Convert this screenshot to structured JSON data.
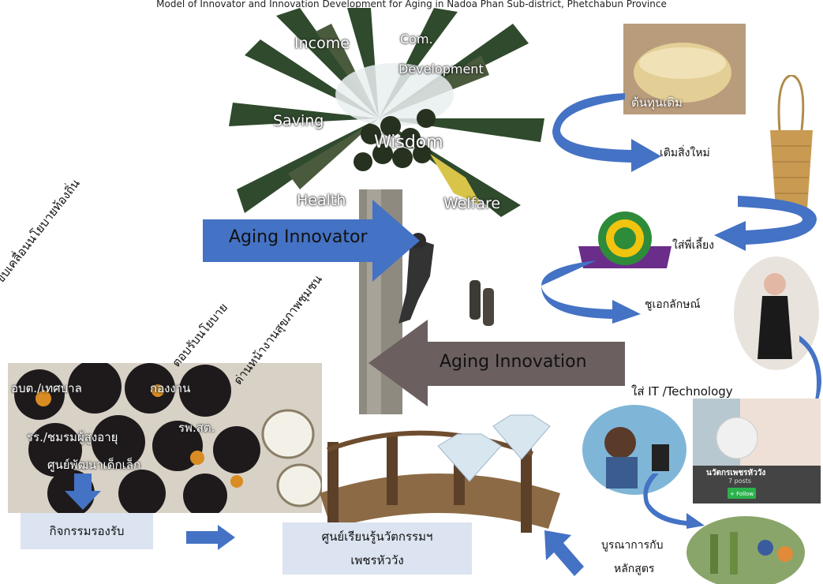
{
  "title": "Model of Innovator and Innovation Development for Aging in Nadoa Phan Sub-district, Phetchabun Province",
  "tree_labels": {
    "income": "Income",
    "com": "Com.",
    "development": "Development",
    "saving": "Saving",
    "wisdom": "Wisdom",
    "health": "Health",
    "welfare": "Welfare"
  },
  "arrows": {
    "innovator": "Aging Innovator",
    "innovation": "Aging Innovation"
  },
  "right_flow": {
    "step1": "ต้นทุนเดิม",
    "step2": "เติมสิ่งใหม่",
    "step3": "ใส่พี่เลี้ยง",
    "step4": "ชูเอกลักษณ์",
    "step5": "ใส่ IT /Technology",
    "step6_line1": "บูรณาการกับ",
    "step6_line2": "หลักสูตร"
  },
  "rotated": {
    "policy_local": "ขับเคลื่อนนโยบายท้องถิ่น",
    "policy_respond": "ตอบรับนโยบาย",
    "health_front": "ด่านหน้างานสุขภาพชุมชน"
  },
  "palm_fruit_labels": {
    "municipal": "อบต./เทศบาล",
    "fund": "กองงาน",
    "school_club": "รร./ชมรมผู้สูงอายุ",
    "hospital": "รพ.สต.",
    "childcare": "ศูนย์พัฒนาเด็กเล็ก"
  },
  "boxes": {
    "activities": "กิจกรรมรองรับ",
    "learning_center_line1": "ศูนย์เรียนรู้นวัตกรรมฯ",
    "learning_center_line2": "เพชรหัววัง"
  },
  "social_card": {
    "name": "นวัตกรเพชรหัววัง",
    "posts": "7 posts",
    "follow": "+ Follow"
  },
  "colors": {
    "arrow_blue": "#4472c4",
    "arrow_gray": "#6b5f5f",
    "box_bg": "#dbe4f0"
  }
}
